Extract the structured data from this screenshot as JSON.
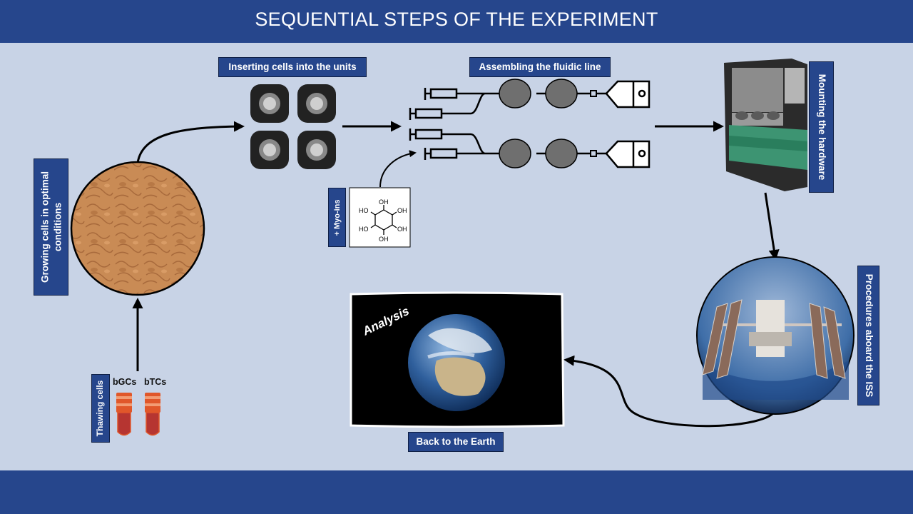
{
  "title": "SEQUENTIAL STEPS OF THE EXPERIMENT",
  "steps": {
    "thawing": "Thawing cells",
    "growing": "Growing cells in optimal conditions",
    "inserting": "Inserting cells into the units",
    "assembling": "Assembling the fluidic line",
    "myo": "+ Myo-ins",
    "mounting": "Mounting the hardware",
    "procedures": "Procedures aboard the ISS",
    "back": "Back to the Earth",
    "analysis": "Analysis"
  },
  "tubes": {
    "left": "bGCs",
    "right": "bTCs"
  },
  "molecule": {
    "oh": "OH",
    "ho": "HO"
  },
  "colors": {
    "banner": "#26468c",
    "background": "#c8d3e6",
    "tube": "#e0572a",
    "cells": "#c98b55"
  }
}
